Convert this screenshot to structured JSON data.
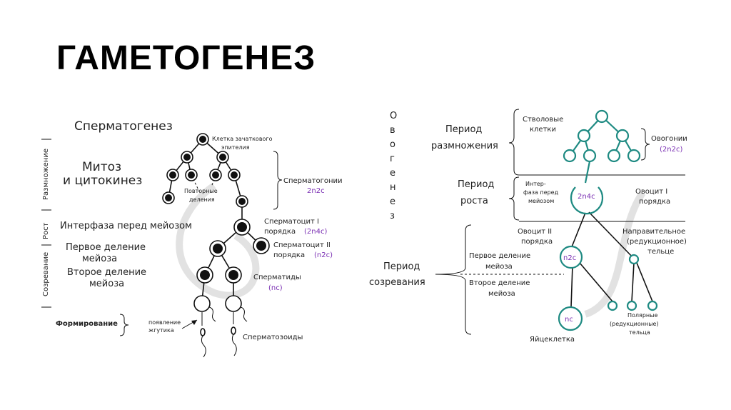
{
  "title": "ГАМЕТОГЕНЕЗ",
  "spermatogenesis": {
    "heading": "Сперматогенез",
    "stage_labels": [
      "Размножение",
      "Рост",
      "Созревание"
    ],
    "mitosis": [
      "Митоз",
      "и цитокинез"
    ],
    "interphase": "Интерфаза перед мейозом",
    "first_division": [
      "Первое деление",
      "мейоза"
    ],
    "second_division": [
      "Второе деление",
      "мейоза"
    ],
    "forming": "Формирование",
    "epithelium": [
      "Клетка зачаткового",
      "эпителия"
    ],
    "repeated": [
      "Повторные",
      "деления"
    ],
    "spermatogonia": "Сперматогонии",
    "spermatogonia_ploidy": "2n2c",
    "sc1": [
      "Сперматоцит I",
      "порядка"
    ],
    "sc1_ploidy": "(2n4c)",
    "sc2": [
      "Сперматоцит II",
      "порядка"
    ],
    "sc2_ploidy": "(n2c)",
    "spermatids": "Сперматиды",
    "spermatids_ploidy": "(nc)",
    "flagellum": [
      "появление",
      "жгутика"
    ],
    "spermatozoa": "Сперматозоиды"
  },
  "oogenesis": {
    "vertical": [
      "О",
      "в",
      "о",
      "г",
      "е",
      "н",
      "е",
      "з"
    ],
    "period_mult": [
      "Период",
      "размножения"
    ],
    "stem": [
      "Стволовые",
      "клетки"
    ],
    "oogonia": "Овогонии",
    "oogonia_ploidy": "(2n2c)",
    "period_growth": [
      "Период",
      "роста"
    ],
    "interphase": [
      "Интер-",
      "фаза перед",
      "мейозом"
    ],
    "growth_ploidy": "2n4c",
    "oocyte1": [
      "Овоцит I",
      "порядка"
    ],
    "period_mat": [
      "Период",
      "созревания"
    ],
    "oocyte2": [
      "Овоцит II",
      "порядка"
    ],
    "first_division": [
      "Первое деление",
      "мейоза"
    ],
    "oocyte2_ploidy": "n2c",
    "polar_body": [
      "Направительное",
      "(редукционное)",
      "тельце"
    ],
    "second_division": [
      "Второе деление",
      "мейоза"
    ],
    "polar_bodies": [
      "Полярные",
      "(редукционные)",
      "тельца"
    ],
    "egg_ploidy": "nc",
    "egg": "Яйцеклетка"
  }
}
